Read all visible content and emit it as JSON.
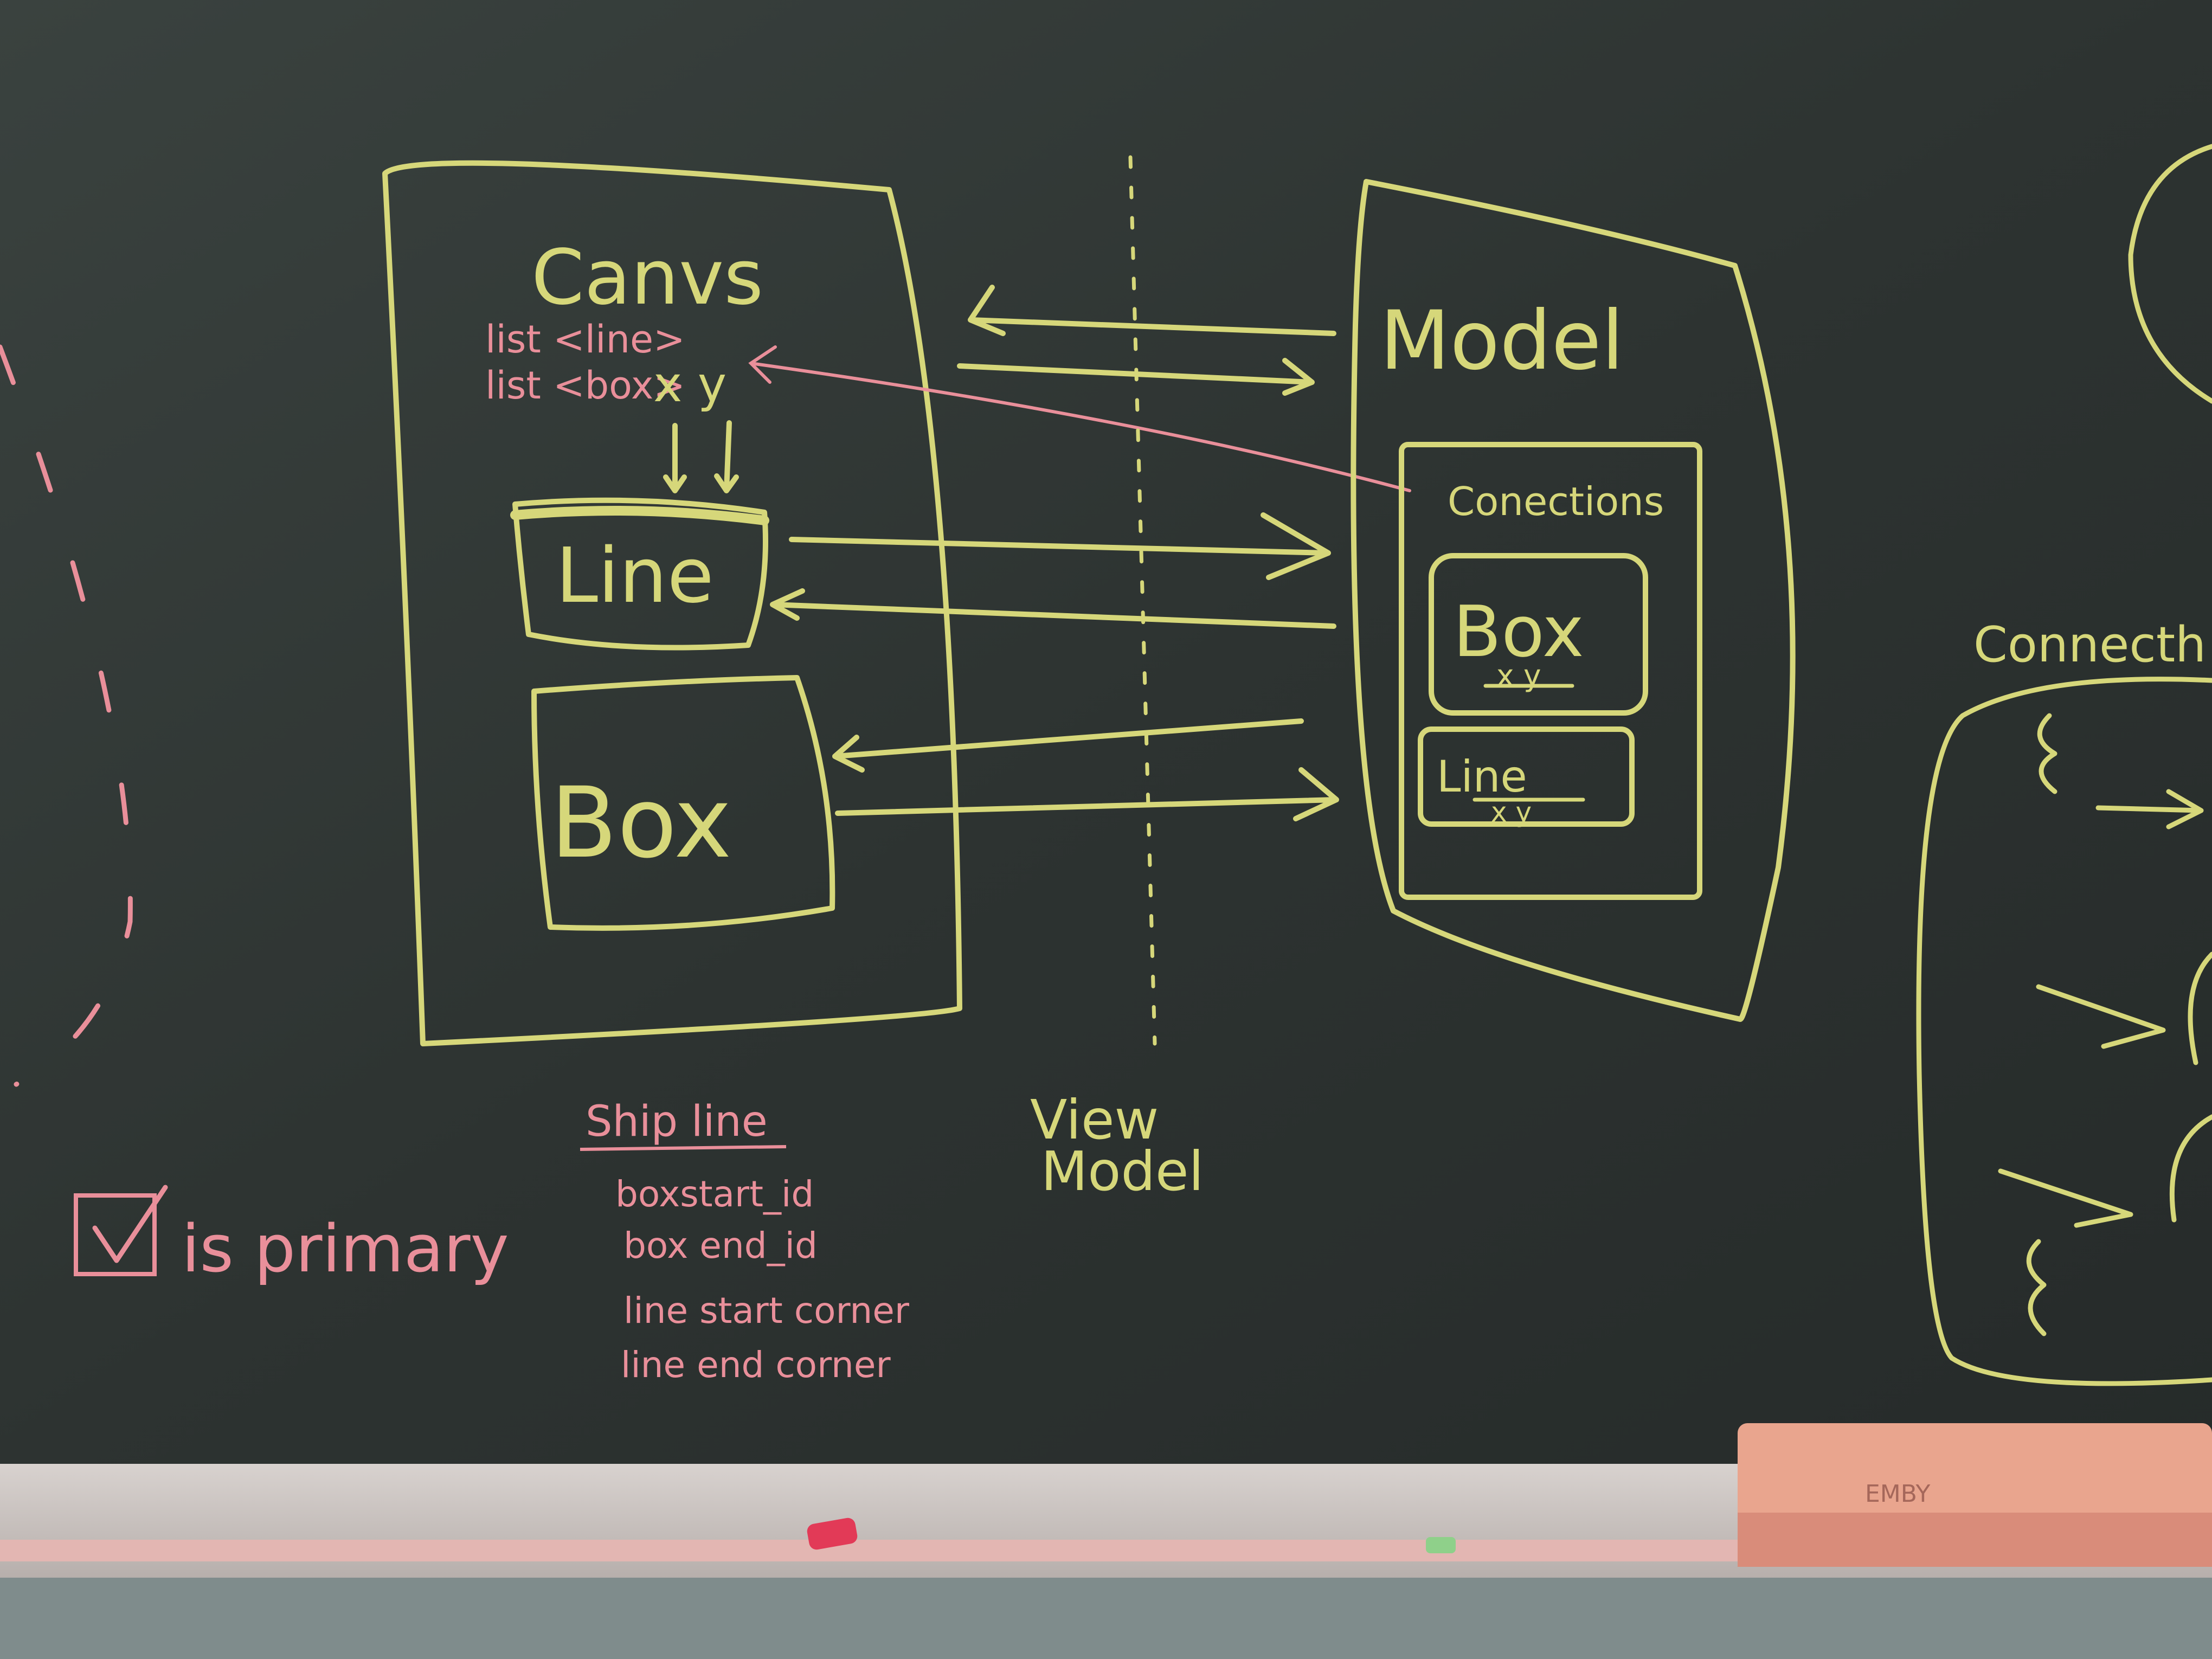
{
  "colors": {
    "board": "#2c3130",
    "board_light": "#3c4341",
    "chalk_yellow": "#d6d77a",
    "chalk_pink": "#e98f9a",
    "tray": "#c9c2bf",
    "wall": "#7f8c8c",
    "eraser": "#e9a58e"
  },
  "canvas_panel": {
    "title": "Canvs",
    "list_lines": "list <line>",
    "list_boxes": "list <box>",
    "xy": "x y",
    "line_box_label": "Line",
    "box_box_label": "Box"
  },
  "view_model": {
    "line1": "View",
    "line2": "Model"
  },
  "model_panel": {
    "title": "Model",
    "connections_label": "Conections",
    "box_label": "Box",
    "box_sub": "x y",
    "line_label": "Line",
    "line_sub": "x y"
  },
  "shipline": {
    "title": "Ship line",
    "fields": [
      "boxstart_id",
      "box end_id",
      "line start corner",
      "line end corner"
    ]
  },
  "checkbox": {
    "label": "is primary",
    "checked": true
  },
  "right_panel": {
    "label": "Connecth"
  },
  "eraser_label": "EMBY"
}
